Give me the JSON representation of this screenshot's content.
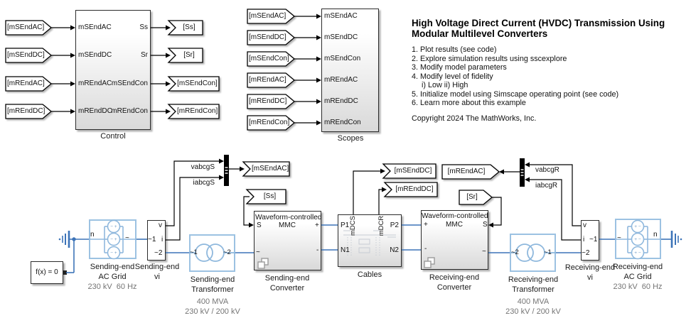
{
  "control_section": {
    "from_tags": [
      "[mSEndAC]",
      "[mSEndDC]",
      "[mREndAC]",
      "[mREndDC]"
    ],
    "block": {
      "label": "Control",
      "in_ports": [
        "mSEndAC",
        "mSEndDC",
        "mREndAC",
        "mREndDC"
      ],
      "out_ports": [
        "Ss",
        "Sr",
        "mSEndCon",
        "mREndCon"
      ]
    },
    "goto_tags": [
      "[Ss]",
      "[Sr]",
      "[mSEndCon]",
      "[mREndCon]"
    ]
  },
  "scopes_section": {
    "from_tags": [
      "[mSEndAC]",
      "[mSEndDC]",
      "[mSEndCon]",
      "[mREndAC]",
      "[mREndDC]",
      "[mREndCon]"
    ],
    "block": {
      "label": "Scopes",
      "in_ports": [
        "mSEndAC",
        "mSEndDC",
        "mSEndCon",
        "mREndAC",
        "mREndDC",
        "mREndCon"
      ]
    }
  },
  "description": {
    "title_lines": [
      "High Voltage Direct Current (HVDC) Transmission Using",
      "Modular Multilevel Converters"
    ],
    "items": [
      "1. Plot results (see code)",
      "2. Explore simulation results using sscexplore",
      "3. Modify model parameters",
      "4. Modify level of fidelity",
      "i) Low ii) High",
      "5. Initialize model using Simscape operating point (see code)",
      "6. Learn more about this example"
    ],
    "copyright": "Copyright 2024 The MathWorks, Inc."
  },
  "circuit": {
    "solver_block": {
      "label": "f(x) = 0"
    },
    "sending_grid": {
      "name_lines": [
        "Sending-end",
        "AC Grid"
      ],
      "annotation": "230 kV  60 Hz",
      "port_n": "n",
      "port_ac": "~",
      "source_signs": "− +"
    },
    "sending_vi": {
      "name_lines": [
        "Sending-end",
        "vi"
      ],
      "port_v": "v",
      "port_i": "i",
      "port_a1": "~1",
      "port_a2": "~2"
    },
    "sending_transformer": {
      "name_lines": [
        "Sending-end",
        "Transformer"
      ],
      "annotation_lines": [
        "400 MVA",
        "230 kV / 200 kV"
      ],
      "port_left": "~1",
      "port_right": "~2"
    },
    "sending_converter": {
      "header": "Waveform-controlled",
      "center": "MMC",
      "port_s": "S",
      "port_plus": "+",
      "port_ac": "~",
      "port_minus": "-",
      "name_lines": [
        "Sending-end",
        "Converter"
      ]
    },
    "cables_block": {
      "label": "Cables",
      "port_p1": "P1",
      "port_n1": "N1",
      "port_p2": "P2",
      "port_n2": "N2",
      "port_mdcs": "mDCS",
      "port_mdcr": "mDCR"
    },
    "receiving_converter": {
      "header": "Waveform-controlled",
      "center": "MMC",
      "port_s": "S",
      "port_plus": "+",
      "port_ac": "~",
      "port_minus": "-",
      "name_lines": [
        "Receiving-end",
        "Converter"
      ]
    },
    "receiving_transformer": {
      "name_lines": [
        "Receiving-end",
        "Transformer"
      ],
      "annotation_lines": [
        "400 MVA",
        "230 kV / 200 kV"
      ],
      "port_left": "~2",
      "port_right": "~1"
    },
    "receiving_vi": {
      "name_lines": [
        "Receiving-end",
        "vi"
      ],
      "port_v": "v",
      "port_i": "i",
      "port_a1": "~1",
      "port_a2": "~2"
    },
    "receiving_grid": {
      "name_lines": [
        "Receiving-end",
        "AC Grid"
      ],
      "annotation": "230 kV  60 Hz",
      "port_n": "n",
      "port_ac": "~",
      "source_signs": "+ −"
    },
    "tags": {
      "mSEndAC": "[mSEndAC]",
      "Ss": "[Ss]",
      "mSEndDC": "[mSEndDC]",
      "mREndDC": "[mREndDC]",
      "mREndAC": "[mREndAC]",
      "Sr": "[Sr]"
    },
    "signal_labels": {
      "vabcgS": "vabcgS",
      "iabcgS": "iabcgS",
      "vabcgR": "vabcgR",
      "iabcgR": "iabcgR"
    }
  },
  "colors": {
    "signal_line": "#000000",
    "physical_line": "#3d74b8",
    "electrical_border": "#9cc2e2"
  }
}
